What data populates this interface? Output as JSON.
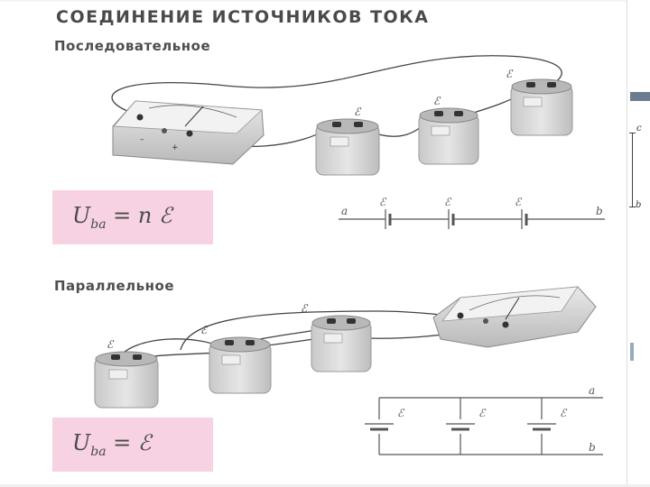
{
  "title": "СОЕДИНЕНИЕ ИСТОЧНИКОВ ТОКА",
  "series_section": {
    "heading": "Последовательное",
    "formula": {
      "lhs": "U",
      "sub": "ba",
      "rhs": " = n ℰ"
    },
    "battery_label": "ℰ",
    "schematic": {
      "left_terminal": "a",
      "right_terminal": "b",
      "emf_label": "ℰ"
    }
  },
  "parallel_section": {
    "heading": "Параллельное",
    "formula": {
      "lhs": "U",
      "sub": "ba",
      "rhs": " = ℰ"
    },
    "battery_label": "ℰ",
    "schematic": {
      "top_terminal": "a",
      "bottom_terminal": "b",
      "emf_label": "ℰ"
    }
  },
  "side_panel": {
    "top_letter": "c",
    "bottom_letter": "b"
  },
  "colors": {
    "formula_bg": "#f7d2e3",
    "battery_body": "#d6d6d6",
    "battery_top": "#b8b8b8",
    "wire": "#444444"
  }
}
